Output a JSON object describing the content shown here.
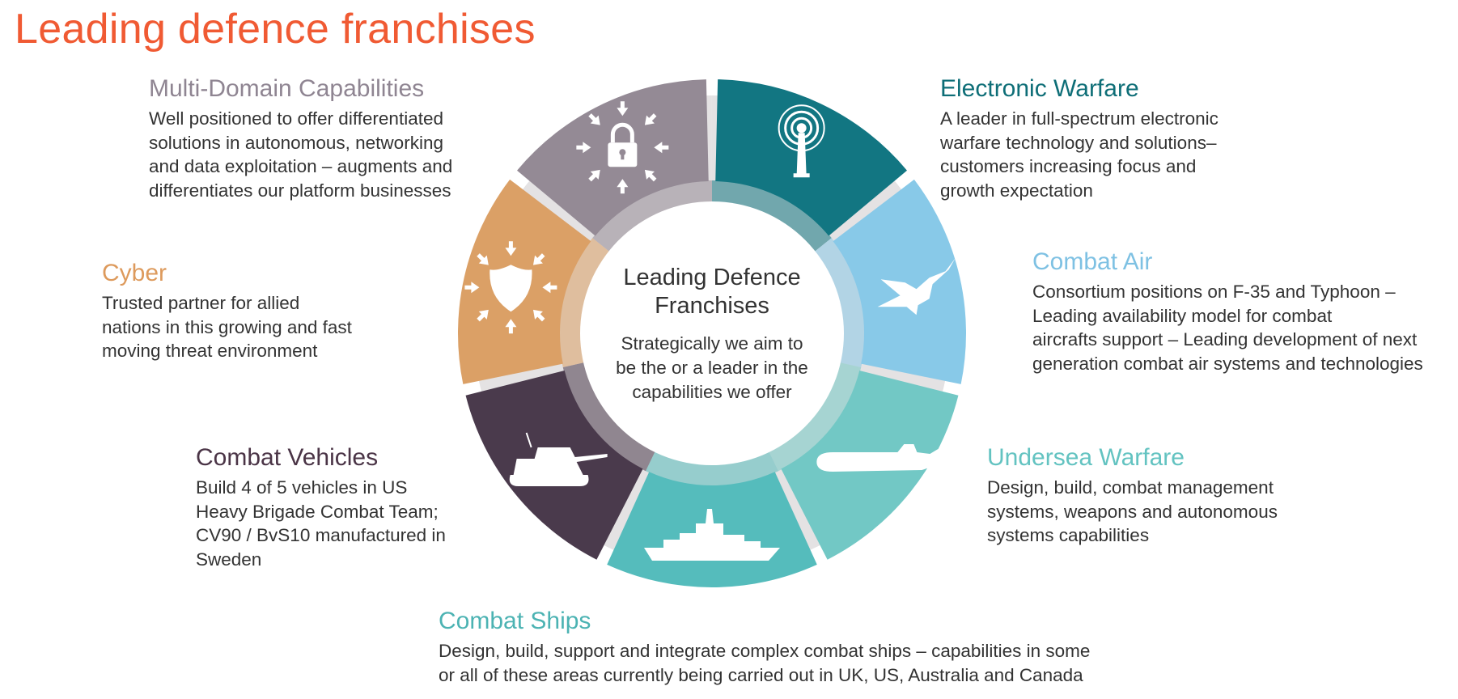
{
  "page_title": "Leading defence franchises",
  "center": {
    "title": "Leading Defence\nFranchises",
    "body": "Strategically we aim to\nbe the or a leader in the\ncapabilities we offer"
  },
  "segments": [
    {
      "key": "ew",
      "label": "Electronic Warfare",
      "color": "#127682",
      "icon": "antenna-icon"
    },
    {
      "key": "ca",
      "label": "Combat Air",
      "color": "#88c9e8",
      "icon": "fighter-jet-icon"
    },
    {
      "key": "uw",
      "label": "Undersea Warfare",
      "color": "#72c8c5",
      "icon": "submarine-icon"
    },
    {
      "key": "cs",
      "label": "Combat Ships",
      "color": "#55bcbc",
      "icon": "warship-icon"
    },
    {
      "key": "cv",
      "label": "Combat Vehicles",
      "color": "#4a3a4c",
      "icon": "tank-icon"
    },
    {
      "key": "cy",
      "label": "Cyber",
      "color": "#dba066",
      "icon": "shield-icon"
    },
    {
      "key": "md",
      "label": "Multi-Domain Capabilities",
      "color": "#948a95",
      "icon": "padlock-icon"
    }
  ],
  "blocks": {
    "md": {
      "title": "Multi-Domain Capabilities",
      "body": "Well positioned to offer differentiated\nsolutions in autonomous, networking\nand data exploitation – augments and\ndifferentiates our platform businesses"
    },
    "ew": {
      "title": "Electronic Warfare",
      "body": "A leader in full-spectrum electronic\nwarfare technology and solutions–\ncustomers increasing focus and\ngrowth expectation"
    },
    "cy": {
      "title": "Cyber",
      "body": "Trusted partner for allied\nnations in this growing and fast\nmoving threat environment"
    },
    "ca": {
      "title": "Combat Air",
      "body": "Consortium positions on F-35 and Typhoon –\nLeading availability model for combat\naircrafts support – Leading development of next\ngeneration combat air systems and technologies"
    },
    "cv": {
      "title": "Combat Vehicles",
      "body": "Build 4 of 5 vehicles in US\nHeavy Brigade Combat Team;\nCV90 / BvS10 manufactured in\nSweden"
    },
    "uw": {
      "title": "Undersea Warfare",
      "body": "Design, build, combat management\nsystems, weapons and autonomous\nsystems capabilities"
    },
    "cs": {
      "title": "Combat Ships",
      "body": "Design, build, support and integrate complex combat ships – capabilities in some\nor all of these areas currently being carried out in UK, US, Australia and  Canada"
    }
  }
}
